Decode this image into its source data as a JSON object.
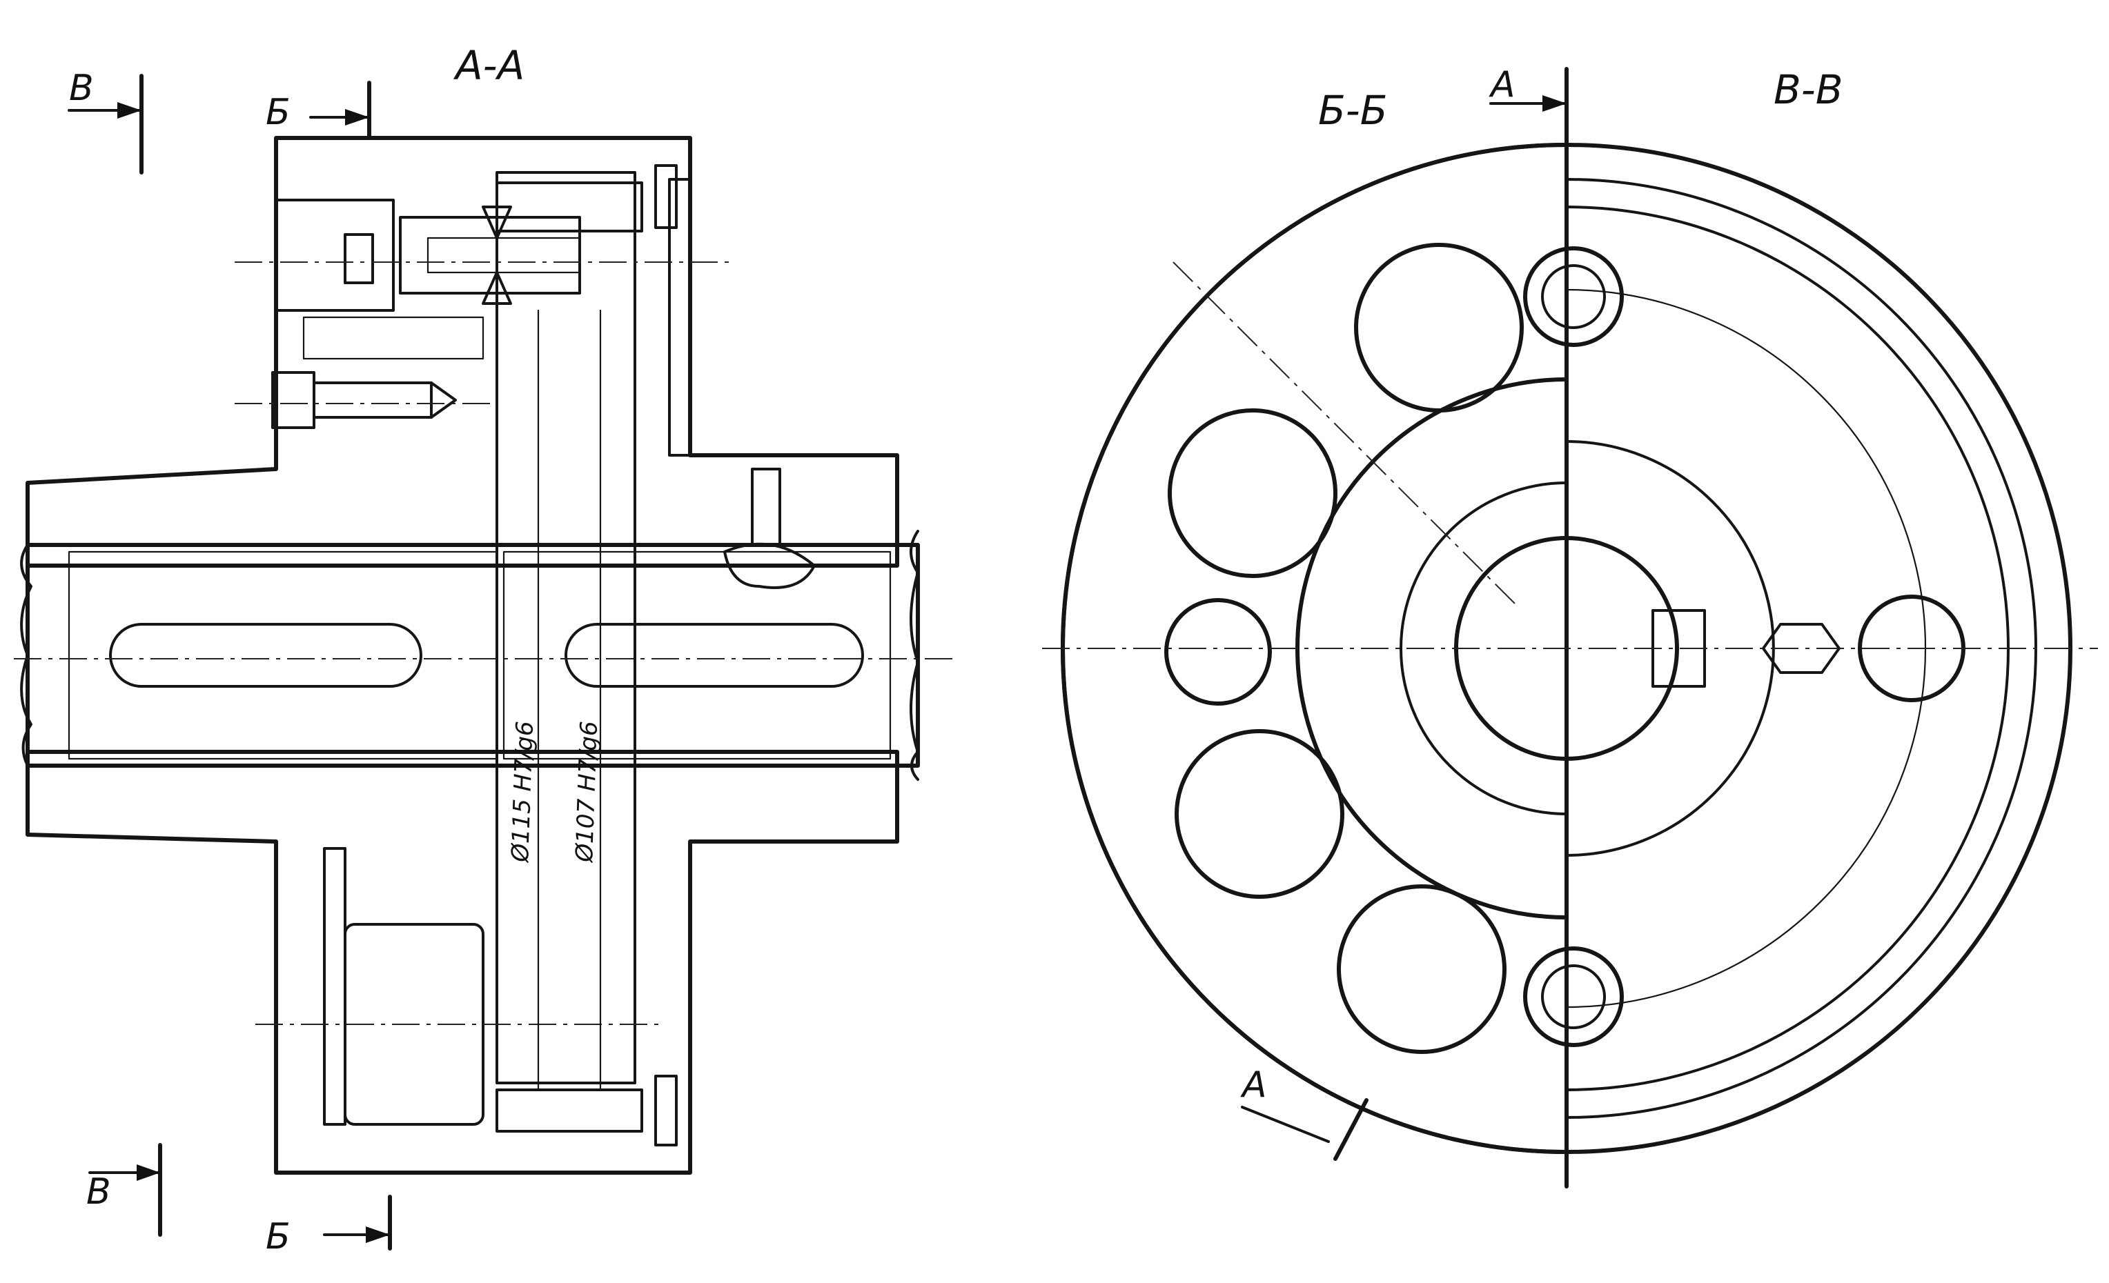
{
  "section_labels": {
    "left_view": "А-А",
    "right_left_half": "Б-Б",
    "right_right_half": "В-В"
  },
  "cut_markers": {
    "b_top": "Б",
    "b_bottom": "Б",
    "v_top": "В",
    "v_bottom": "В",
    "a_top": "А",
    "a_bottom": "А"
  },
  "dimensions": {
    "dia1": "Ø115 H7/g6",
    "dia2": "Ø107 H7/g6"
  }
}
